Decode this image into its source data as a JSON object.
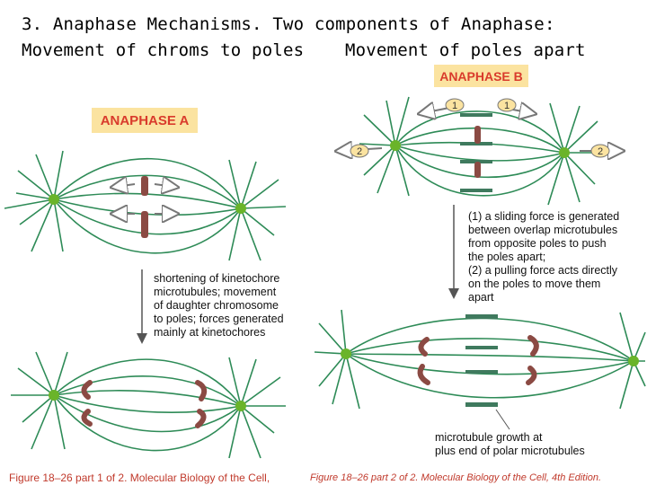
{
  "title": {
    "line1": "3. Anaphase Mechanisms. Two components of Anaphase:",
    "line2_left": "Movement of chroms to poles",
    "line2_right": "Movement of poles apart"
  },
  "labels": {
    "anaphase_a": "ANAPHASE A",
    "anaphase_b": "ANAPHASE B"
  },
  "arrow_numbers": [
    "1",
    "1",
    "2",
    "2"
  ],
  "captions": {
    "anaphase_a": [
      "shortening of kinetochore",
      "microtubules; movement",
      "of daughter chromosome",
      "to poles; forces generated",
      "mainly at kinetochores"
    ],
    "anaphase_b": [
      "(1) a sliding force is generated",
      "between overlap microtubules",
      "from opposite poles to push",
      "the poles apart;",
      "(2) a pulling force acts directly",
      "on the poles to move them",
      "apart"
    ],
    "microtubule_growth": [
      "microtubule growth at",
      "plus end of polar microtubules"
    ]
  },
  "figure_credits": {
    "part1": "Figure 18–26 part 1 of 2. Molecular Biology of the Cell,",
    "part2": "Figure 18–26 part 2 of 2. Molecular Biology of the Cell, 4th Edition."
  },
  "colors": {
    "microtubule": "#2e8b57",
    "pole": "#6ab42a",
    "chromosome": "#8b4a43",
    "overlap": "#3f7a5e",
    "label_bg": "#fbe3a0",
    "label_text": "#d93b2c",
    "caption_credit": "#c0392b"
  }
}
